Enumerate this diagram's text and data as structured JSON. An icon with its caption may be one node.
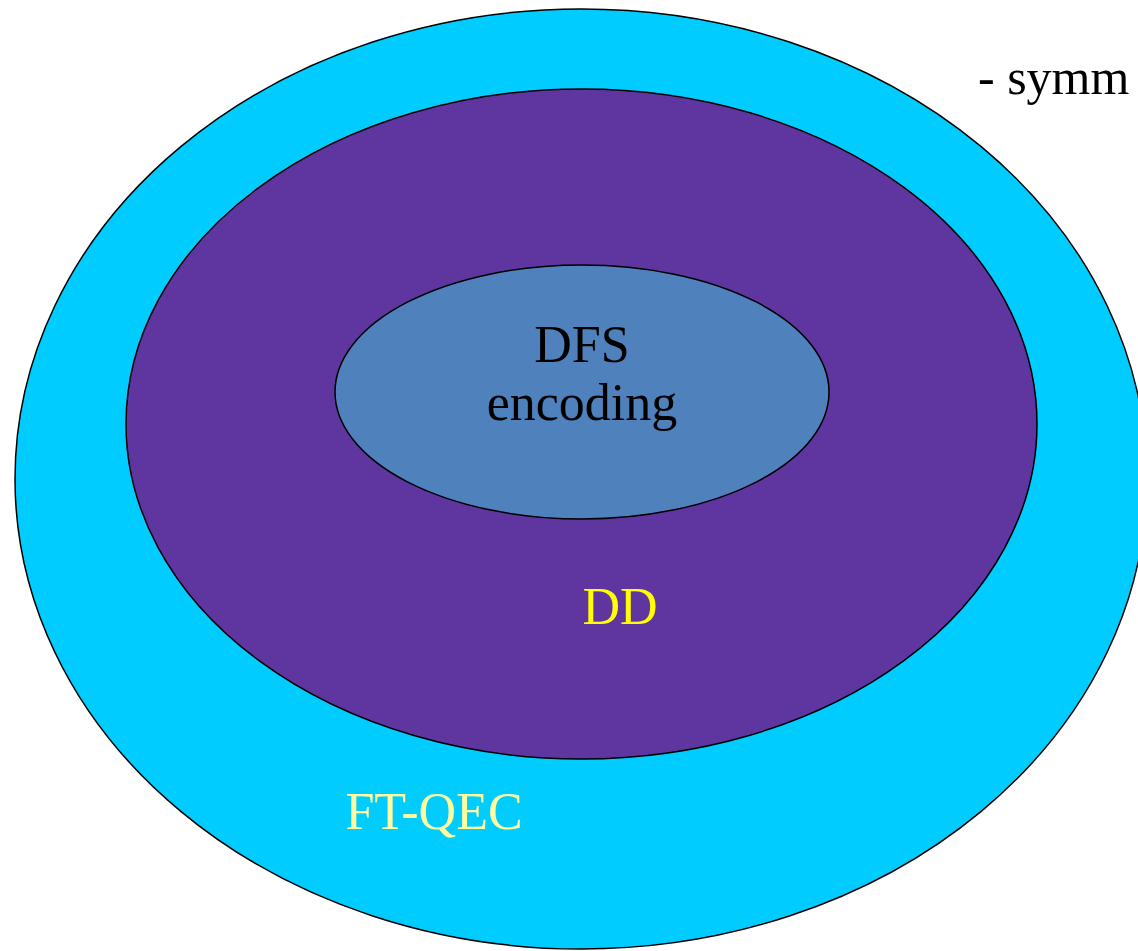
{
  "diagram": {
    "nodes": [
      {
        "text": [
          "FT-QEC"
        ]
      },
      {
        "text": [
          "DD"
        ],
        "in": 0
      },
      {
        "text": [
          "DFS encoding"
        ],
        "in": 1
      }
    ],
    "edges": [],
    "labels": [
      "- symm"
    ]
  }
}
